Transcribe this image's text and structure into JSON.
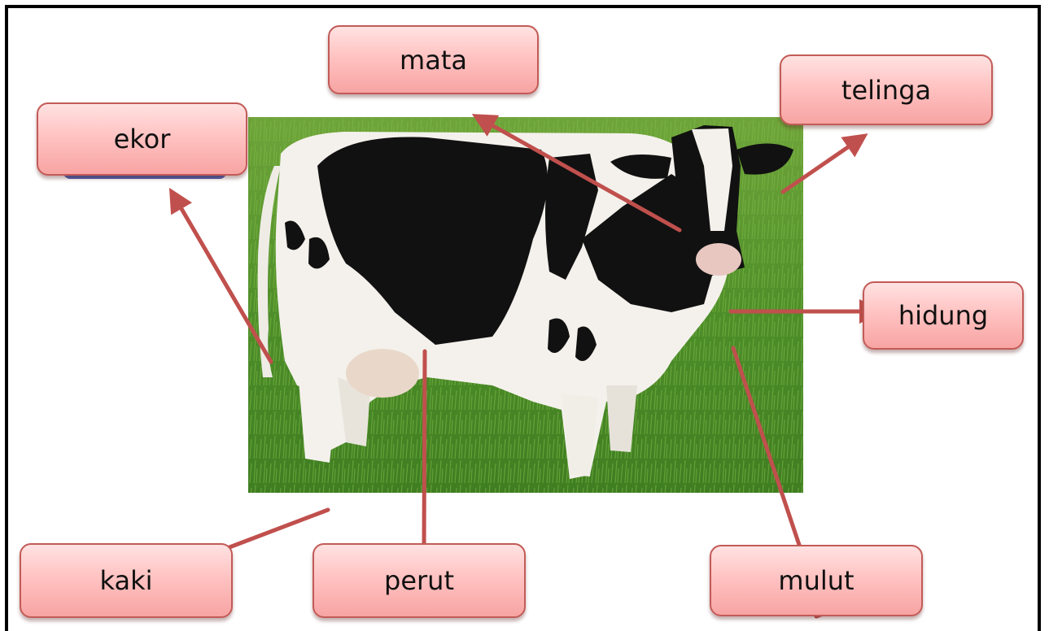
{
  "diagram": {
    "labels": {
      "mata": "mata",
      "telinga": "telinga",
      "ekor": "ekor",
      "hidung": "hidung",
      "kaki": "kaki",
      "perut": "perut",
      "mulut": "mulut"
    },
    "colors": {
      "arrow": "#c0504d",
      "label_border": "#c25b57",
      "label_fill_top": "#ffe2e2",
      "label_fill_bottom": "#f7a4a3",
      "frame": "#000000"
    }
  }
}
